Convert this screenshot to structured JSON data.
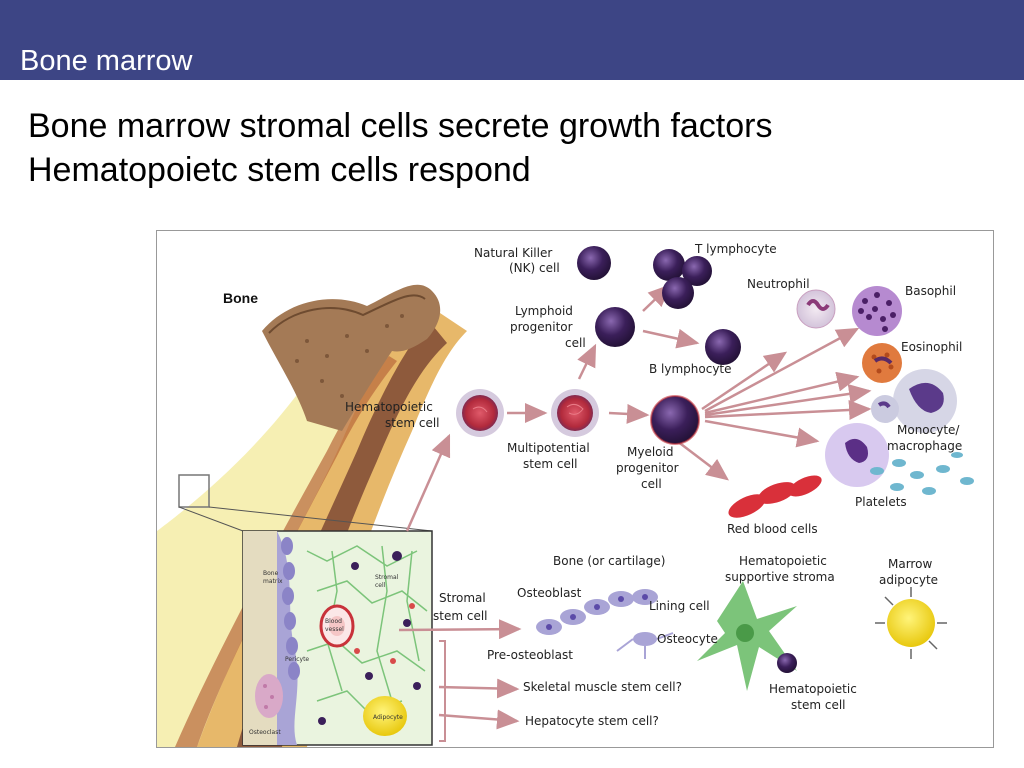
{
  "slide": {
    "title": "Bone marrow",
    "bullets": [
      "Bone marrow stromal cells secrete growth factors",
      "Hematopoietc stem cells respond"
    ]
  },
  "colors": {
    "title_bar": "#3d4585",
    "cell_purple": "#3b1f5a",
    "cell_red": "#c8323a",
    "arrow": "#c98f95",
    "bone_tan": "#a47a56",
    "stroma_green": "#7cc47a",
    "adipocyte_yellow": "#f2d81e"
  },
  "diagram": {
    "bone": "Bone",
    "nk_cell": [
      "Natural Killer",
      "(NK) cell"
    ],
    "t_lymphocyte": "T lymphocyte",
    "lymphoid_progenitor": [
      "Lymphoid",
      "progenitor",
      "cell"
    ],
    "b_lymphocyte": "B lymphocyte",
    "neutrophil": "Neutrophil",
    "basophil": "Basophil",
    "eosinophil": "Eosinophil",
    "monocyte": [
      "Monocyte/",
      "macrophage"
    ],
    "platelets": "Platelets",
    "red_blood_cells": "Red blood cells",
    "hsc": [
      "Hematopoietic",
      "stem cell"
    ],
    "multipotential": [
      "Multipotential",
      "stem cell"
    ],
    "myeloid_progenitor": [
      "Myeloid",
      "progenitor",
      "cell"
    ],
    "bone_or_cartilage": "Bone (or cartilage)",
    "hematopoietic_supportive_stroma": [
      "Hematopoietic",
      "supportive stroma"
    ],
    "marrow_adipocyte": [
      "Marrow",
      "adipocyte"
    ],
    "stromal_stem_cell": [
      "Stromal",
      "stem cell"
    ],
    "osteoblast": "Osteoblast",
    "lining_cell": "Lining cell",
    "osteocyte": "Osteocyte",
    "pre_osteoblast": "Pre-osteoblast",
    "skeletal_muscle_stem_cell": "Skeletal muscle stem cell?",
    "hepatocyte_stem_cell": "Hepatocyte stem cell?",
    "hsc_bottom": [
      "Hematopoietic",
      "stem cell"
    ],
    "inset": {
      "bone_matrix": [
        "Bone",
        "matrix"
      ],
      "stromal_cell": [
        "Stromal",
        "cell"
      ],
      "blood_vessel": [
        "Blood",
        "vessel"
      ],
      "pericyte": "Pericyte",
      "adipocyte": "Adipocyte",
      "osteoclast": "Osteoclast"
    }
  }
}
